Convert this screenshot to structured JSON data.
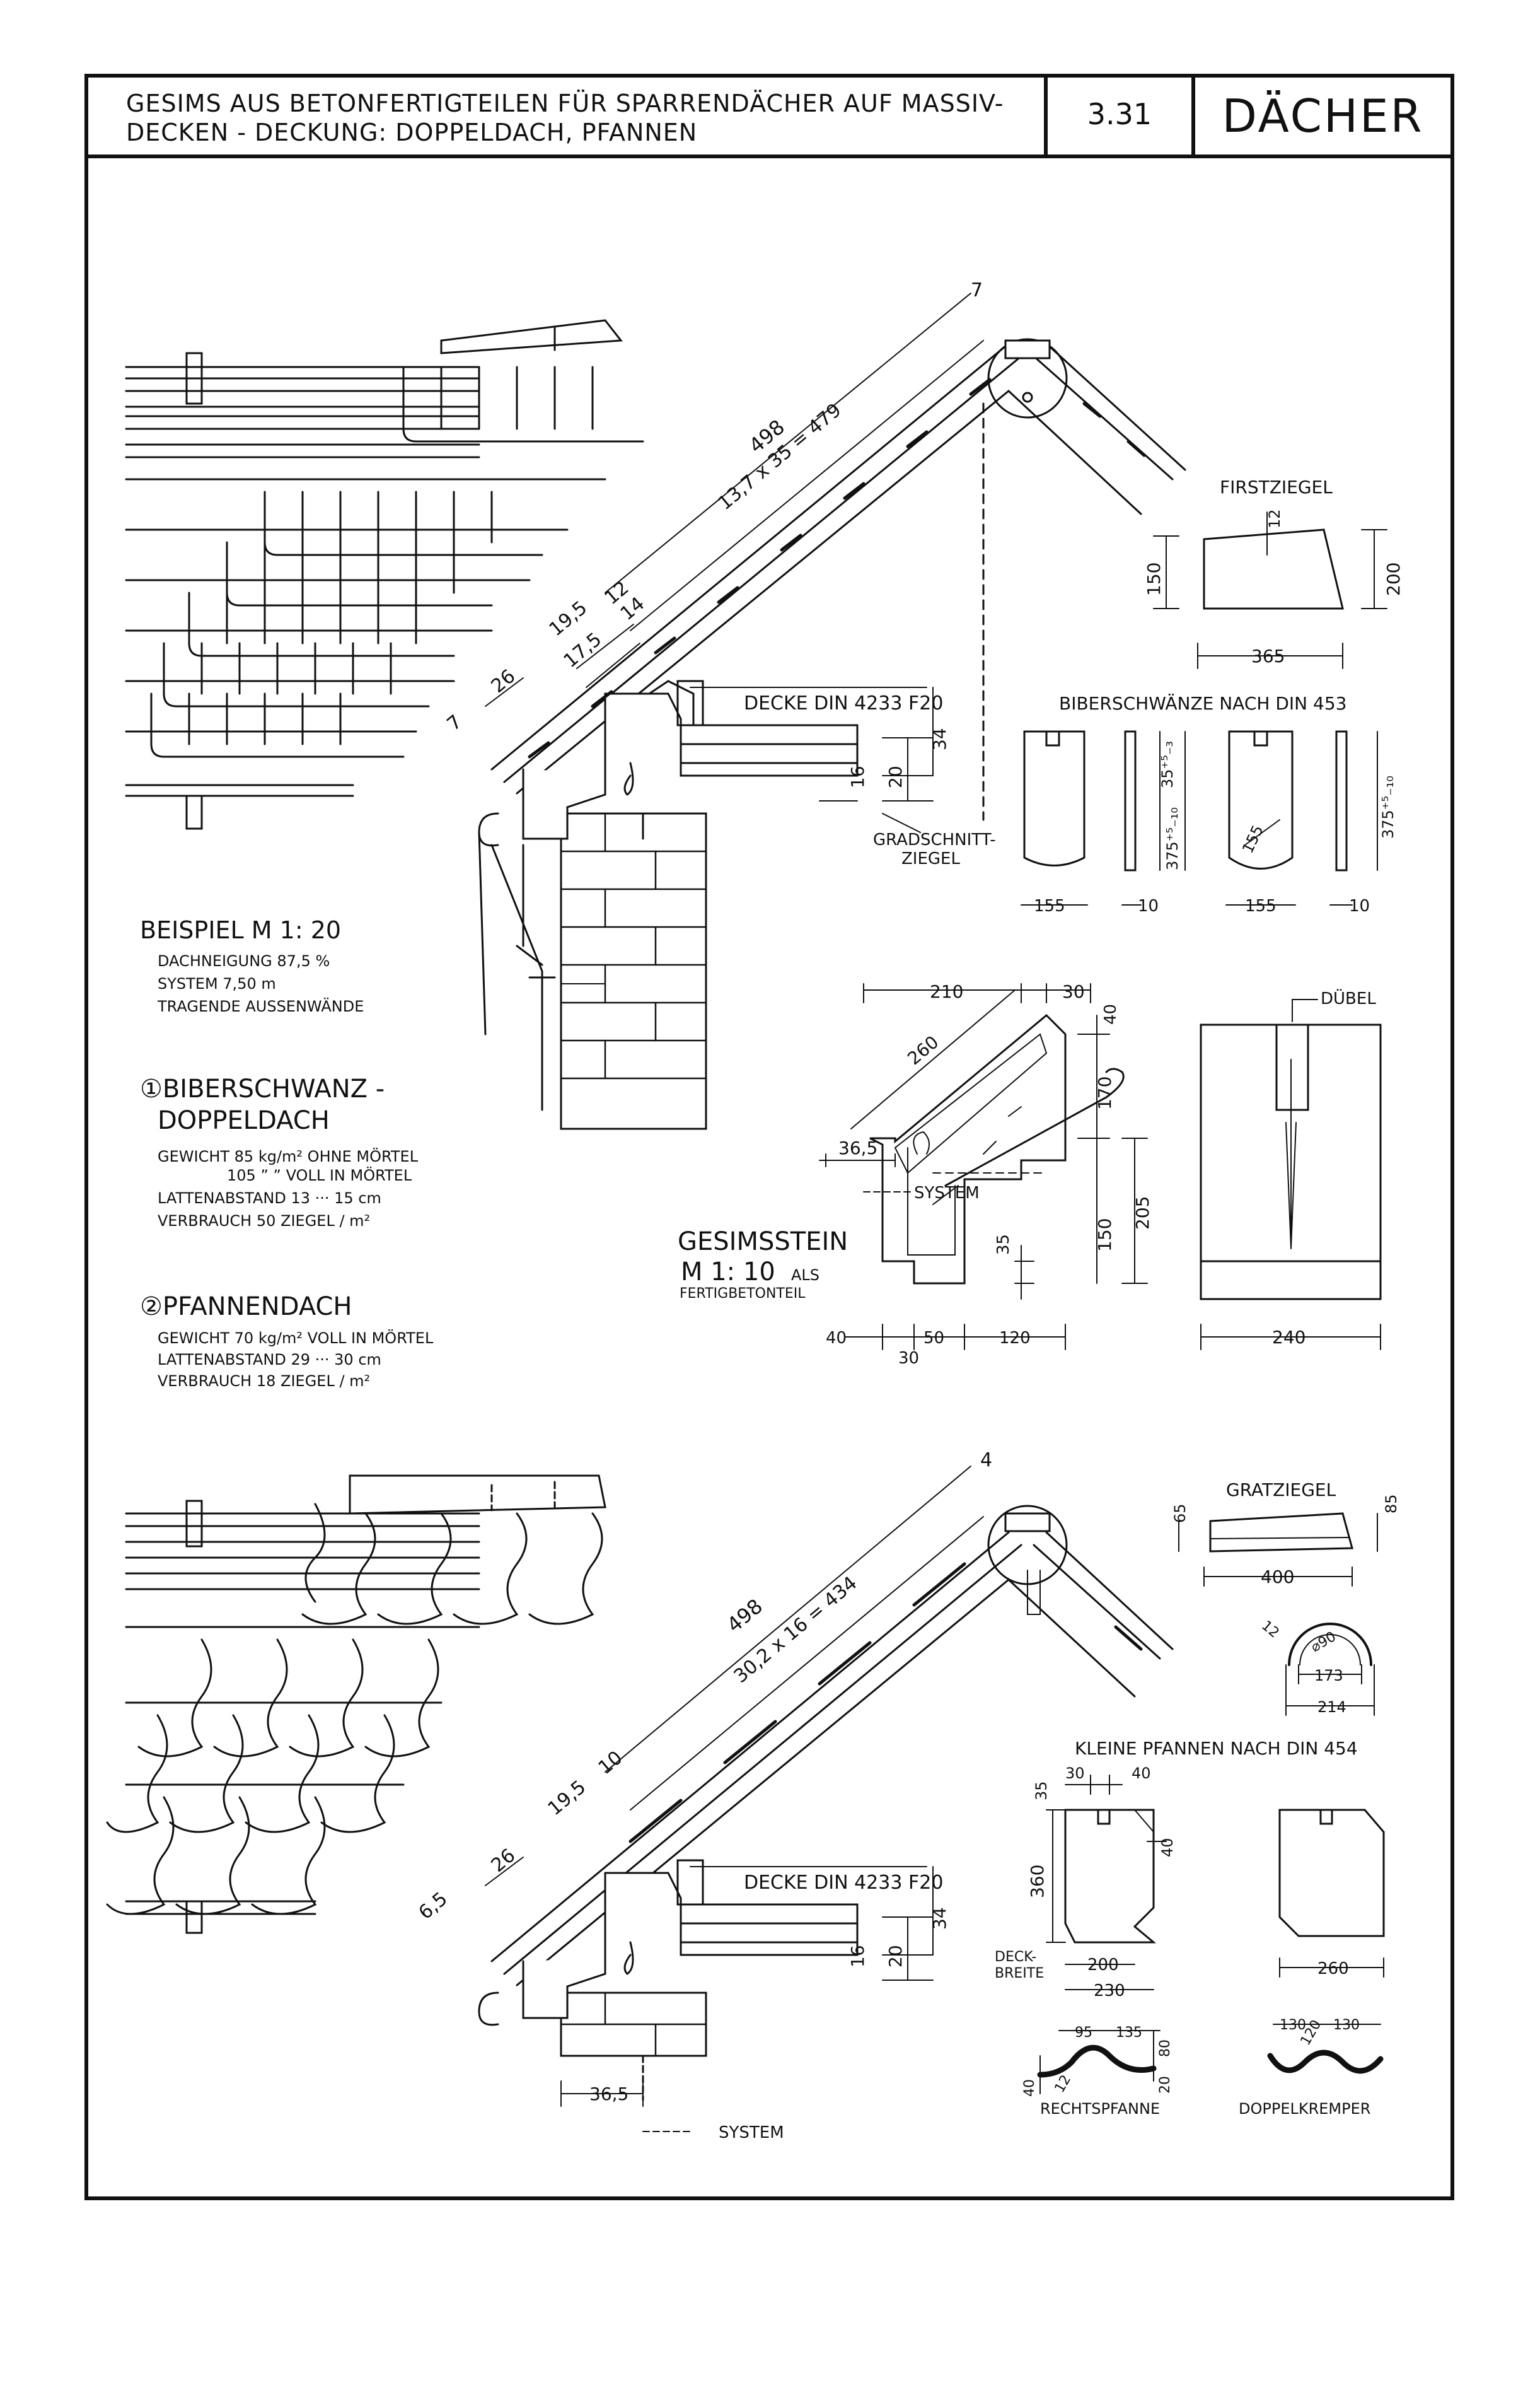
{
  "header": {
    "title_line1": "GESIMS AUS BETONFERTIGTEILEN FÜR SPARRENDÄCHER AUF MASSIV-",
    "title_line2": "DECKEN  -  DECKUNG: DOPPELDACH, PFANNEN",
    "page_number": "3.31",
    "section": "DÄCHER"
  },
  "example": {
    "title": "BEISPIEL M 1: 20",
    "lines": [
      "DACHNEIGUNG  87,5 %",
      "SYSTEM  7,50 m",
      "TRAGENDE AUSSENWÄNDE"
    ]
  },
  "roof1": {
    "title_line1": "①BIBERSCHWANZ -",
    "title_line2": "DOPPELDACH",
    "lines": [
      "GEWICHT  85 kg/m² OHNE MÖRTEL",
      "105  ”  ”  VOLL IN MÖRTEL",
      "LATTENABSTAND  13 ··· 15 cm",
      "VERBRAUCH  50 ZIEGEL / m²"
    ]
  },
  "roof2": {
    "title": "②PFANNENDACH",
    "lines": [
      "GEWICHT  70 kg/m² VOLL IN MÖRTEL",
      "LATTENABSTAND  29 ··· 30 cm",
      "VERBRAUCH  18 ZIEGEL / m²"
    ]
  },
  "top_drawing": {
    "dim_rafter": "498",
    "dim_spacing": "13,7 x 35 = 479",
    "dim_top": "7",
    "dim_a": "19,5",
    "dim_b": "12",
    "dim_c": "17,5",
    "dim_d": "14",
    "dim_e": "26",
    "dim_f": "7",
    "deck_label": "DECKE DIN 4233 F20",
    "dim_16": "16",
    "dim_20": "20",
    "dim_34": "34",
    "gradschnitt_1": "GRADSCHNITT-",
    "gradschnitt_2": "ZIEGEL"
  },
  "firstziegel": {
    "label": "FIRSTZIEGEL",
    "dim_12": "12",
    "dim_150": "150",
    "dim_200": "200",
    "dim_365": "365"
  },
  "biber": {
    "label": "BIBERSCHWÄNZE NACH DIN 453",
    "dim_155a": "155",
    "dim_10a": "10",
    "dim_155b": "155",
    "dim_10b": "10",
    "dim_35": "35⁺⁵₋₃",
    "dim_375a": "375⁺⁵₋₁₀",
    "dim_375b": "375⁺⁵₋₁₀",
    "dim_155c": "155"
  },
  "gesims": {
    "title1": "GESIMSSTEIN",
    "title2": "M 1: 10",
    "title2_suffix": "ALS",
    "title3": "FERTIGBETONTEIL",
    "dim_210": "210",
    "dim_30": "30",
    "dim_40": "40",
    "dim_260": "260",
    "dim_170": "170",
    "dim_205": "205",
    "dim_150": "150",
    "dim_35": "35",
    "dim_365": "36,5",
    "system": "SYSTEM",
    "dim_b40": "40",
    "dim_b50": "50",
    "dim_b120": "120",
    "dim_b30": "30"
  },
  "duebel": {
    "label": "DÜBEL",
    "dim_240": "240"
  },
  "bottom_drawing": {
    "dim_rafter": "498",
    "dim_spacing": "30,2 x 16 = 434",
    "dim_top": "4",
    "dim_a": "19,5",
    "dim_b": "10",
    "dim_e": "26",
    "dim_f": "6,5",
    "deck_label": "DECKE DIN 4233 F20",
    "dim_16": "16",
    "dim_20": "20",
    "dim_34": "34",
    "dim_365": "36,5",
    "system": "SYSTEM"
  },
  "gratziegel": {
    "label": "GRATZIEGEL",
    "dim_65": "65",
    "dim_85": "85",
    "dim_400": "400",
    "dim_12": "12",
    "dim_90": "⌀90",
    "dim_173": "173",
    "dim_214": "214"
  },
  "pfannen": {
    "label": "KLEINE PFANNEN NACH DIN 454",
    "dim_30": "30",
    "dim_40a": "40",
    "dim_35": "35",
    "dim_40b": "40",
    "dim_360": "360",
    "deck1": "DECK-",
    "deck2": "BREITE",
    "dim_200": "200",
    "dim_230": "230",
    "dim_260": "260",
    "dim_95": "95",
    "dim_135": "135",
    "dim_80": "80",
    "dim_40c": "40",
    "dim_12": "12",
    "dim_20": "20",
    "dim_130a": "130",
    "dim_120": "120",
    "dim_130b": "130",
    "rechts": "RECHTSPFANNE",
    "doppel": "DOPPELKREMPER"
  }
}
